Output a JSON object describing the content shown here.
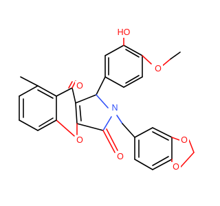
{
  "canvas": {
    "background": "#ffffff"
  },
  "colors": {
    "carbon": "#000000",
    "oxygen": "#ff0d0d",
    "nitrogen": "#3050f8"
  },
  "atom_labels": {
    "hydroxyl": "HO",
    "methoxy_oxygen": "O",
    "ketone_oxygen": "O",
    "chromene_oxygen": "O",
    "lactam_oxygen": "O",
    "ring_nitrogen": "N",
    "dioxole_oxygen_top": "O",
    "dioxole_oxygen_bottom": "O"
  }
}
